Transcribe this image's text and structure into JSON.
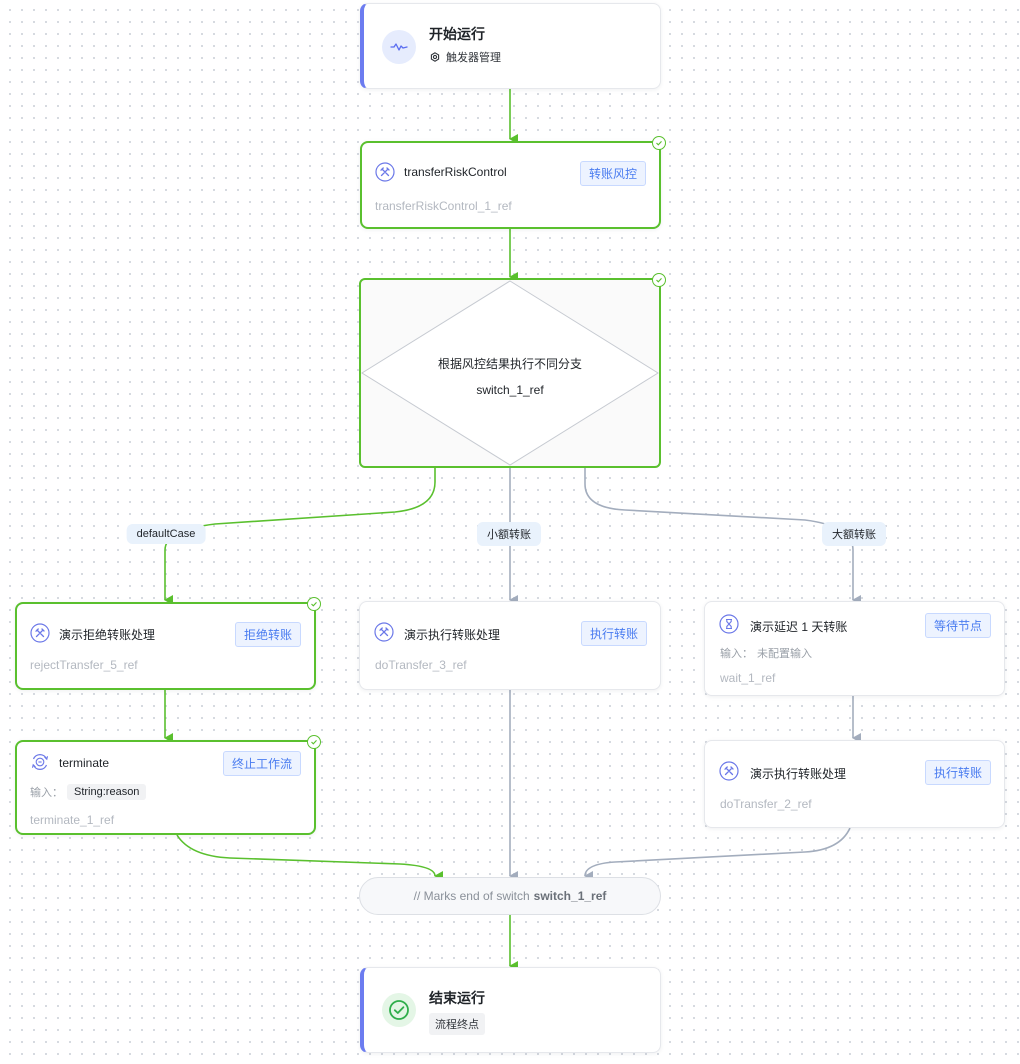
{
  "start": {
    "title": "开始运行",
    "subtitle": "触发器管理",
    "icon": "waveform-icon"
  },
  "nodes": {
    "risk": {
      "title": "transferRiskControl",
      "tag": "转账风控",
      "ref": "transferRiskControl_1_ref",
      "icon": "tools-icon"
    },
    "reject": {
      "title": "演示拒绝转账处理",
      "tag": "拒绝转账",
      "ref": "rejectTransfer_5_ref",
      "icon": "tools-icon"
    },
    "do3": {
      "title": "演示执行转账处理",
      "tag": "执行转账",
      "ref": "doTransfer_3_ref",
      "icon": "tools-icon"
    },
    "wait": {
      "title": "演示延迟 1 天转账",
      "tag": "等待节点",
      "input_label": "输入：",
      "input_value": "未配置输入",
      "ref": "wait_1_ref",
      "icon": "hourglass-icon"
    },
    "terminate": {
      "title": "terminate",
      "tag": "终止工作流",
      "input_label": "输入：",
      "input_value": "String:reason",
      "ref": "terminate_1_ref",
      "icon": "terminate-icon"
    },
    "do2": {
      "title": "演示执行转账处理",
      "tag": "执行转账",
      "ref": "doTransfer_2_ref",
      "icon": "tools-icon"
    }
  },
  "switch": {
    "title": "根据风控结果执行不同分支",
    "ref": "switch_1_ref"
  },
  "edge_labels": {
    "default_case": "defaultCase",
    "small": "小额转账",
    "large": "大额转账"
  },
  "join": {
    "prefix": "// Marks end of switch",
    "ref": "switch_1_ref"
  },
  "end": {
    "title": "结束运行",
    "subtitle": "流程终点",
    "icon": "check-circle-icon"
  },
  "colors": {
    "executed": "#5ac02e",
    "pending": "#a3adbd",
    "accent": "#6c7cf0",
    "tag": "#4a7cf0"
  }
}
